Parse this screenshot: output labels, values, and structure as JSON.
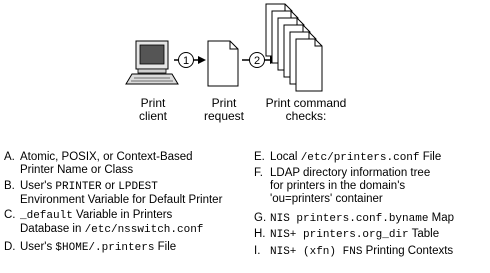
{
  "diagram": {
    "steps": [
      "1",
      "2"
    ],
    "labels": {
      "client": [
        "Print",
        "client"
      ],
      "request": [
        "Print",
        "request"
      ],
      "checks": [
        "Print command",
        "checks:"
      ]
    }
  },
  "left_list": [
    {
      "key": "A.",
      "lines": [
        [
          {
            "t": "Atomic, POSIX, or Context-Based",
            "m": false
          }
        ],
        [
          {
            "t": "Printer Name or Class",
            "m": false
          }
        ]
      ]
    },
    {
      "key": "B.",
      "lines": [
        [
          {
            "t": "User's ",
            "m": false
          },
          {
            "t": "PRINTER",
            "m": true
          },
          {
            "t": " or ",
            "m": false
          },
          {
            "t": "LPDEST",
            "m": true
          }
        ],
        [
          {
            "t": "Environment Variable for Default Printer",
            "m": false
          }
        ]
      ]
    },
    {
      "key": "C.",
      "lines": [
        [
          {
            "t": "_default",
            "m": true
          },
          {
            "t": " Variable in Printers",
            "m": false
          }
        ],
        [
          {
            "t": "Database in ",
            "m": false
          },
          {
            "t": "/etc/nsswitch.conf",
            "m": true
          }
        ]
      ]
    },
    {
      "key": "D.",
      "lines": [
        [
          {
            "t": "User's ",
            "m": false
          },
          {
            "t": "$HOME/.printers",
            "m": true
          },
          {
            "t": " File",
            "m": false
          }
        ]
      ]
    }
  ],
  "right_list": [
    {
      "key": "E.",
      "lines": [
        [
          {
            "t": "Local ",
            "m": false
          },
          {
            "t": "/etc/printers.conf",
            "m": true
          },
          {
            "t": " File",
            "m": false
          }
        ]
      ]
    },
    {
      "key": "F.",
      "lines": [
        [
          {
            "t": "LDAP directory information tree",
            "m": false
          }
        ],
        [
          {
            "t": "for printers in the domain's",
            "m": false
          }
        ],
        [
          {
            "t": "'ou=printers' container",
            "m": false
          }
        ]
      ]
    },
    {
      "key": "G.",
      "lines": [
        [
          {
            "t": "NIS ",
            "m": false
          },
          {
            "t": "printers.conf.byname",
            "m": true
          },
          {
            "t": " Map",
            "m": false
          }
        ]
      ]
    },
    {
      "key": "H.",
      "lines": [
        [
          {
            "t": "NIS+ ",
            "m": false
          },
          {
            "t": "printers.org_dir",
            "m": true
          },
          {
            "t": " Table",
            "m": false
          }
        ]
      ]
    },
    {
      "key": "I.",
      "lines": [
        [
          {
            "t": "NIS+ (xfn) FNS",
            "m": false
          },
          {
            "t": " Printing Contexts",
            "m": false
          }
        ]
      ]
    }
  ]
}
